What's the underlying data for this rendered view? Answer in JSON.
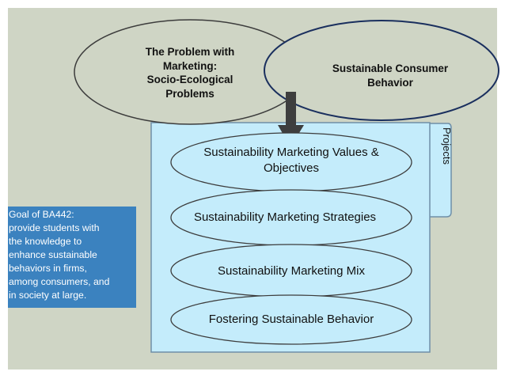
{
  "problem_ellipse": {
    "line1": "The Problem with",
    "line2": "Marketing:",
    "line3": "Socio-Ecological",
    "line4": "Problems"
  },
  "consumer_ellipse": {
    "line1": "Sustainable Consumer",
    "line2": "Behavior"
  },
  "projects_tab": {
    "label": "Projects"
  },
  "layers": {
    "values": {
      "line1": "Sustainability Marketing Values &",
      "line2": "Objectives"
    },
    "strategies": "Sustainability Marketing Strategies",
    "mix": "Sustainability Marketing Mix",
    "behavior": "Fostering Sustainable Behavior"
  },
  "goal_box": {
    "text": "Goal of BA442:\nprovide students with\nthe knowledge to\nenhance sustainable\nbehaviors in firms,\namong consumers, and\nin society at large."
  },
  "colors": {
    "slide_bg": "#cfd5c5",
    "panel_fill": "#c4ecfb",
    "goal_fill": "#3b82bf",
    "arrow": "#3e3e3e",
    "consumer_stroke": "#1a2f5e"
  }
}
